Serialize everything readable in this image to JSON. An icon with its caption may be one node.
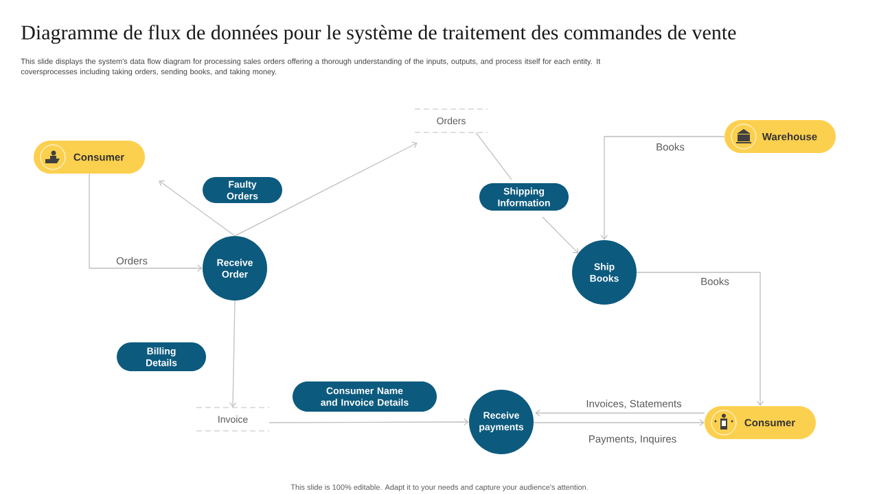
{
  "diagram": {
    "title": "Diagramme de flux de données pour le système de traitement des commandes de vente",
    "nodes": [
      {
        "text": [
          "Consumer"
        ]
      },
      {
        "text": [
          "Orders"
        ]
      },
      {
        "text": [
          "Warehouse"
        ]
      },
      {
        "text": [
          "Faulty Orders"
        ]
      },
      {
        "text": [
          "Shipping Information"
        ]
      },
      {
        "text": [
          "Receive Order"
        ]
      },
      {
        "text": [
          "Ship Books"
        ]
      },
      {
        "text": [
          "Billing Details"
        ]
      },
      {
        "text": [
          "Invoice"
        ]
      },
      {
        "text": [
          "Consumer Name and Invoice Details"
        ]
      },
      {
        "text": [
          "Receive payments"
        ]
      },
      {
        "text": [
          "Consumer"
        ]
      }
    ],
    "edges": [
      {
        "from": 0,
        "to": 5,
        "arrow": "to",
        "label": "Orders"
      },
      {
        "from": 5,
        "to": 0,
        "arrow": "to"
      },
      {
        "from": 5,
        "to": 1,
        "arrow": "to"
      },
      {
        "from": 1,
        "to": 4,
        "arrow": "none"
      },
      {
        "from": 4,
        "to": 6,
        "arrow": "to"
      },
      {
        "from": 2,
        "to": 6,
        "arrow": "to",
        "label": "Books"
      },
      {
        "from": 6,
        "to": 11,
        "arrow": "to",
        "label": "Books"
      },
      {
        "from": 5,
        "to": 8,
        "arrow": "to"
      },
      {
        "from": 8,
        "to": 10,
        "arrow": "to"
      },
      {
        "from": 11,
        "to": 10,
        "arrow": "to",
        "label": "Invoices, Statements"
      },
      {
        "from": 10,
        "to": 11,
        "arrow": "to",
        "label": "Payments, Inquires"
      }
    ],
    "labels": [
      "This slide displays the system's data flow diagram for processing sales orders offering a thorough understanding of the inputs, outputs, and process itself for each entity. It coversprocesses including taking orders, sending books, and taking money.",
      "This slide is 100% editable. Adapt it to your needs and capture your audience's attention."
    ]
  }
}
